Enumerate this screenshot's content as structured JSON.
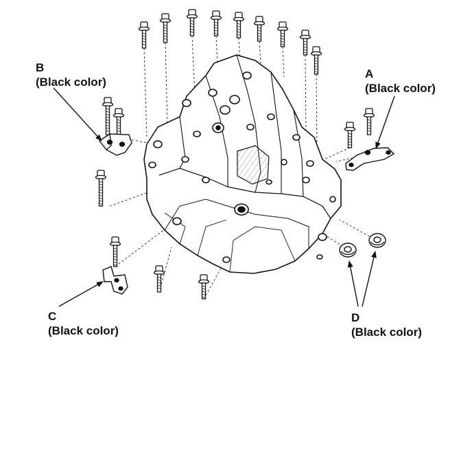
{
  "callouts": {
    "a": {
      "letter": "A",
      "note": "(Black color)"
    },
    "b": {
      "letter": "B",
      "note": "(Black color)"
    },
    "c": {
      "letter": "C",
      "note": "(Black color)"
    },
    "d": {
      "letter": "D",
      "note": "(Black color)"
    }
  },
  "colors": {
    "ink": "#111111",
    "background": "#ffffff"
  },
  "icons": [
    "bolt-icon",
    "bracket-icon",
    "washer-icon",
    "transmission-housing-icon"
  ]
}
